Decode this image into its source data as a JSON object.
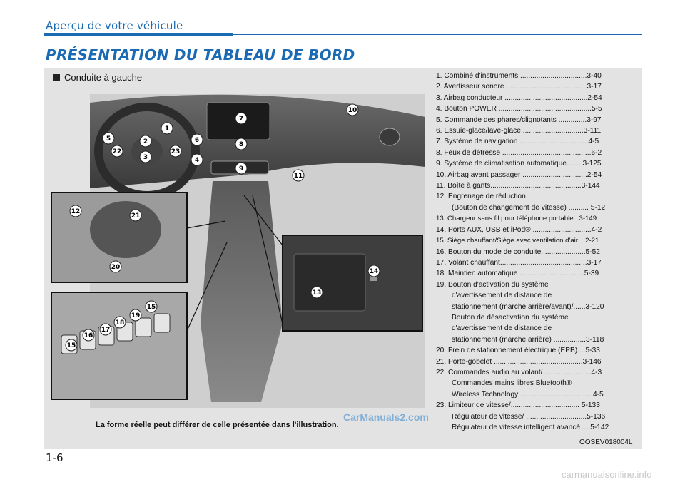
{
  "header": {
    "section": "Aperçu de votre véhicule",
    "title": "PRÉSENTATION DU TABLEAU DE BORD"
  },
  "subtitle": "Conduite à gauche",
  "illustration": {
    "callouts": [
      "1",
      "2",
      "3",
      "4",
      "5",
      "6",
      "7",
      "8",
      "9",
      "10",
      "11",
      "12",
      "13",
      "14",
      "15",
      "15",
      "16",
      "17",
      "18",
      "19",
      "20",
      "21",
      "22",
      "23"
    ]
  },
  "caption": "La forme réelle peut différer de celle présentée dans l'illustration.",
  "components": [
    {
      "text": "1. Combiné d'instruments .................................3-40"
    },
    {
      "text": "2. Avertisseur sonore ........................................3-17"
    },
    {
      "text": "3. Airbag conducteur .........................................2-54"
    },
    {
      "text": "4. Bouton POWER ..............................................5-5"
    },
    {
      "text": "5. Commande des phares/clignotants ..............3-97"
    },
    {
      "text": "6. Essuie-glace/lave-glace ..............................3-111"
    },
    {
      "text": "7. Système de navigation ..................................4-5"
    },
    {
      "text": "8. Feux de détresse ............................................6-2"
    },
    {
      "text": "9. Système de climatisation automatique........3-125"
    },
    {
      "text": "10. Airbag avant passager ................................2-54"
    },
    {
      "text": "11. Boîte à gants.............................................3-144"
    },
    {
      "text": "12. Engrenage de réduction",
      "sub": [
        "(Bouton de changement de vitesse) .......... 5-12"
      ]
    },
    {
      "text": "13. Chargeur sans fil pour téléphone portable...3-149",
      "small": true
    },
    {
      "text": "14. Ports AUX, USB et iPod® .............................4-2"
    },
    {
      "text": "15. Siège chauffant/Siège avec ventilation d'air....2-21",
      "small": true
    },
    {
      "text": "16. Bouton du mode de conduite......................5-52"
    },
    {
      "text": "17. Volant chauffant...........................................3-17"
    },
    {
      "text": "18. Maintien automatique ................................5-39"
    },
    {
      "text": "19. Bouton d'activation du système",
      "sub": [
        "d'avertissement de distance de",
        "stationnement (marche arrière/avant)/......3-120",
        "Bouton de désactivation du système",
        "d'avertissement de distance de",
        "stationnement (marche arrière) ................3-118"
      ]
    },
    {
      "text": "20. Frein de stationnement électrique (EPB)....5-33"
    },
    {
      "text": "21. Porte-gobelet ............................................3-146"
    },
    {
      "text": "22. Commandes audio au volant/ .......................4-3",
      "sub": [
        "Commandes mains libres Bluetooth®",
        "Wireless Technology ....................................4-5"
      ]
    },
    {
      "text": "23. Limiteur de vitesse/.................................. 5-133",
      "sub": [
        "Régulateur de vitesse/ ..............................5-136",
        "Régulateur de vitesse intelligent avancé ....5-142"
      ]
    }
  ],
  "image_code": "OOSEV018004L",
  "page_number": "1-6",
  "watermark": "CarManuals2.com",
  "footer_site": "carmanualsonline.info"
}
